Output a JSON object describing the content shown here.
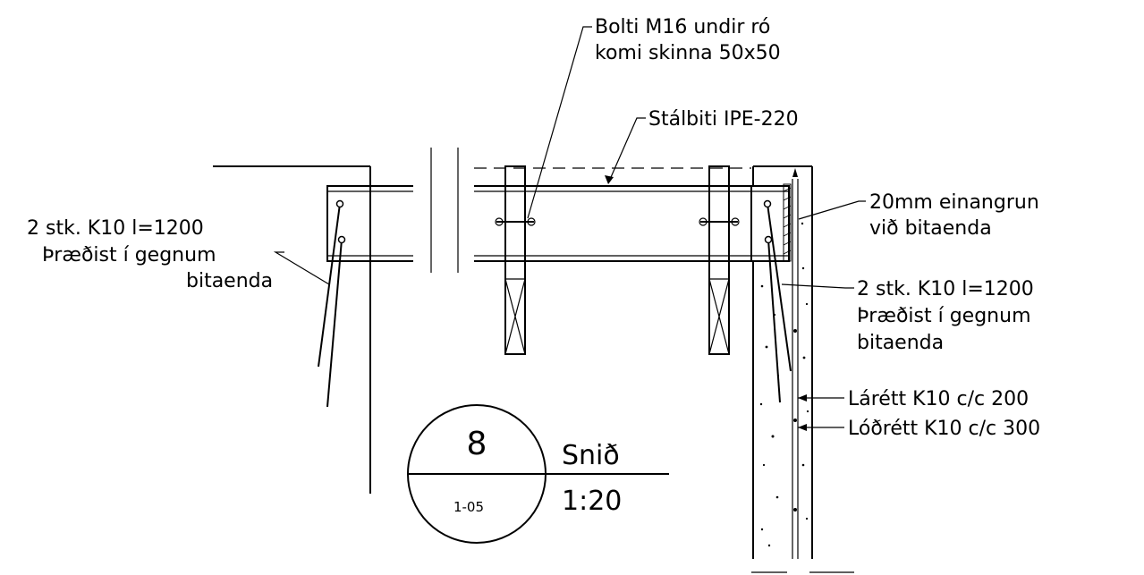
{
  "labels": {
    "bolt_line1": "Bolti M16 undir ró",
    "bolt_line2": "komi skinna 50x50",
    "beam": "Stálbiti IPE-220",
    "insul_line1": "20mm einangrun",
    "insul_line2": "við bitaenda",
    "left_rebar_line1": "2 stk. K10 l=1200",
    "left_rebar_line2": "Þræðist í gegnum",
    "left_rebar_line3": "bitaenda",
    "right_rebar_line1": "2 stk. K10 l=1200",
    "right_rebar_line2": "Þræðist í gegnum",
    "right_rebar_line3": "bitaenda",
    "horiz_rebar": "Lárétt K10 c/c 200",
    "vert_rebar": "Lóðrétt K10 c/c 300"
  },
  "title_block": {
    "detail_number": "8",
    "sheet_ref": "1-05",
    "title": "Snið",
    "scale": "1:20"
  }
}
